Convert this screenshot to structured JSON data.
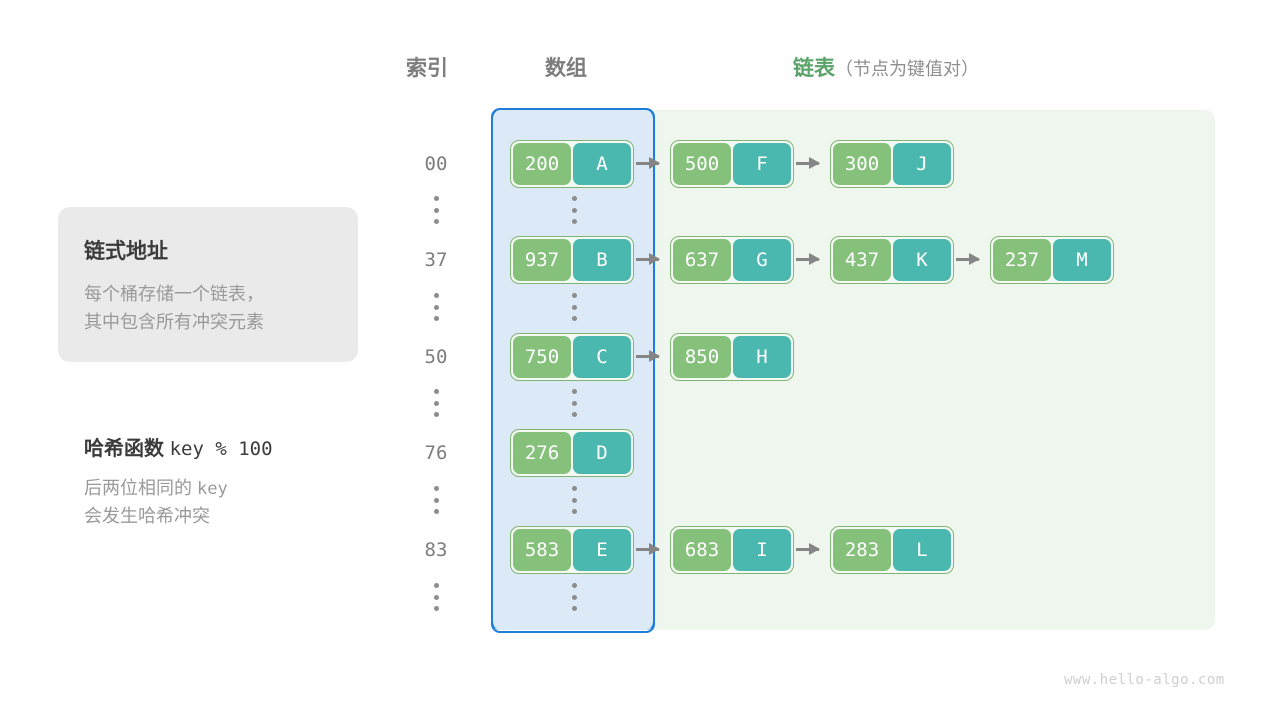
{
  "headers": {
    "index": "索引",
    "array": "数组",
    "list_main": "链表",
    "list_sub": "（节点为键值对）"
  },
  "callout": {
    "title": "链式地址",
    "line1": "每个桶存储一个链表，",
    "line2": "其中包含所有冲突元素"
  },
  "note": {
    "title_label": "哈希函数",
    "title_code": "key % 100",
    "line1_a": "后两位相同的",
    "line1_code": "key",
    "line2": "会发生哈希冲突"
  },
  "colors": {
    "key_cell": "#86c17c",
    "value_cell": "#4bb8b0",
    "node_border": "#7fb573",
    "array_border": "#1c7ed6",
    "array_fill": "#dceaf7",
    "list_fill": "#eef6ee",
    "arrow": "#858585",
    "header_gray": "#7d7d7d",
    "header_green": "#5aa469"
  },
  "ellipsis_glyph": "vertical-ellipsis",
  "buckets": [
    {
      "index": "00",
      "nodes": [
        {
          "key": "200",
          "value": "A"
        },
        {
          "key": "500",
          "value": "F"
        },
        {
          "key": "300",
          "value": "J"
        }
      ]
    },
    {
      "index": "37",
      "nodes": [
        {
          "key": "937",
          "value": "B"
        },
        {
          "key": "637",
          "value": "G"
        },
        {
          "key": "437",
          "value": "K"
        },
        {
          "key": "237",
          "value": "M"
        }
      ]
    },
    {
      "index": "50",
      "nodes": [
        {
          "key": "750",
          "value": "C"
        },
        {
          "key": "850",
          "value": "H"
        }
      ]
    },
    {
      "index": "76",
      "nodes": [
        {
          "key": "276",
          "value": "D"
        }
      ]
    },
    {
      "index": "83",
      "nodes": [
        {
          "key": "583",
          "value": "E"
        },
        {
          "key": "683",
          "value": "I"
        },
        {
          "key": "283",
          "value": "L"
        }
      ]
    }
  ],
  "watermark": "www.hello-algo.com"
}
